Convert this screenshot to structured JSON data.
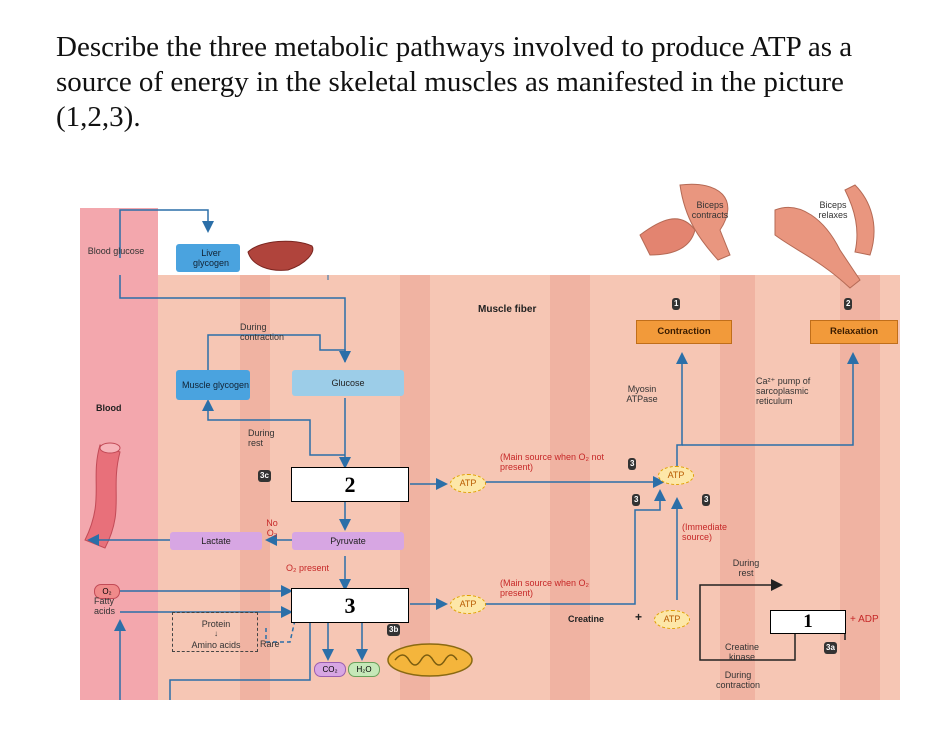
{
  "question": "Describe the three metabolic pathways involved to produce ATP as a source of energy in the skeletal muscles as manifested in the picture (1,2,3).",
  "diagram": {
    "blood_glucose": "Blood glucose",
    "liver_glycogen": "Liver glycogen",
    "blood": "Blood",
    "muscle_fiber": "Muscle fiber",
    "during_contraction": "During contraction",
    "muscle_glycogen": "Muscle glycogen",
    "glucose": "Glucose",
    "during_rest": "During rest",
    "lactate": "Lactate",
    "pyruvate": "Pyruvate",
    "no_o2": "No O₂",
    "o2_present": "O₂ present",
    "o2": "O₂",
    "fatty_acids": "Fatty acids",
    "protein": "Protein",
    "amino_acids": "Amino acids",
    "rare": "Rare",
    "co2": "CO₂",
    "h2o": "H₂O",
    "main_source_no_o2": "(Main source when O₂ not present)",
    "main_source_o2": "(Main source when O₂ present)",
    "atp": "ATP",
    "biceps_contracts": "Biceps contracts",
    "biceps_relaxes": "Biceps relaxes",
    "contraction": "Contraction",
    "relaxation": "Relaxation",
    "myosin_atpase": "Myosin ATPase",
    "ca_pump": "Ca²⁺ pump of sarcoplasmic reticulum",
    "immediate_source": "(Immediate source)",
    "creatine": "Creatine",
    "plus": "+",
    "plus_adp": "+ ADP",
    "creatine_kinase": "Creatine kinase",
    "during_contraction_2": "During contraction",
    "badges": {
      "b1": "1",
      "b2": "2",
      "b3": "3",
      "b3a": "3a",
      "b3b": "3b",
      "b3c": "3c"
    },
    "numbers": {
      "n1": "1",
      "n2": "2",
      "n3": "3"
    },
    "colors": {
      "background": "#f6c6b4",
      "blood_column": "#f3a7ad",
      "stripe": "#f0a898",
      "arrow": "#2b6fa8",
      "orange_box": "#f29a3a"
    }
  }
}
